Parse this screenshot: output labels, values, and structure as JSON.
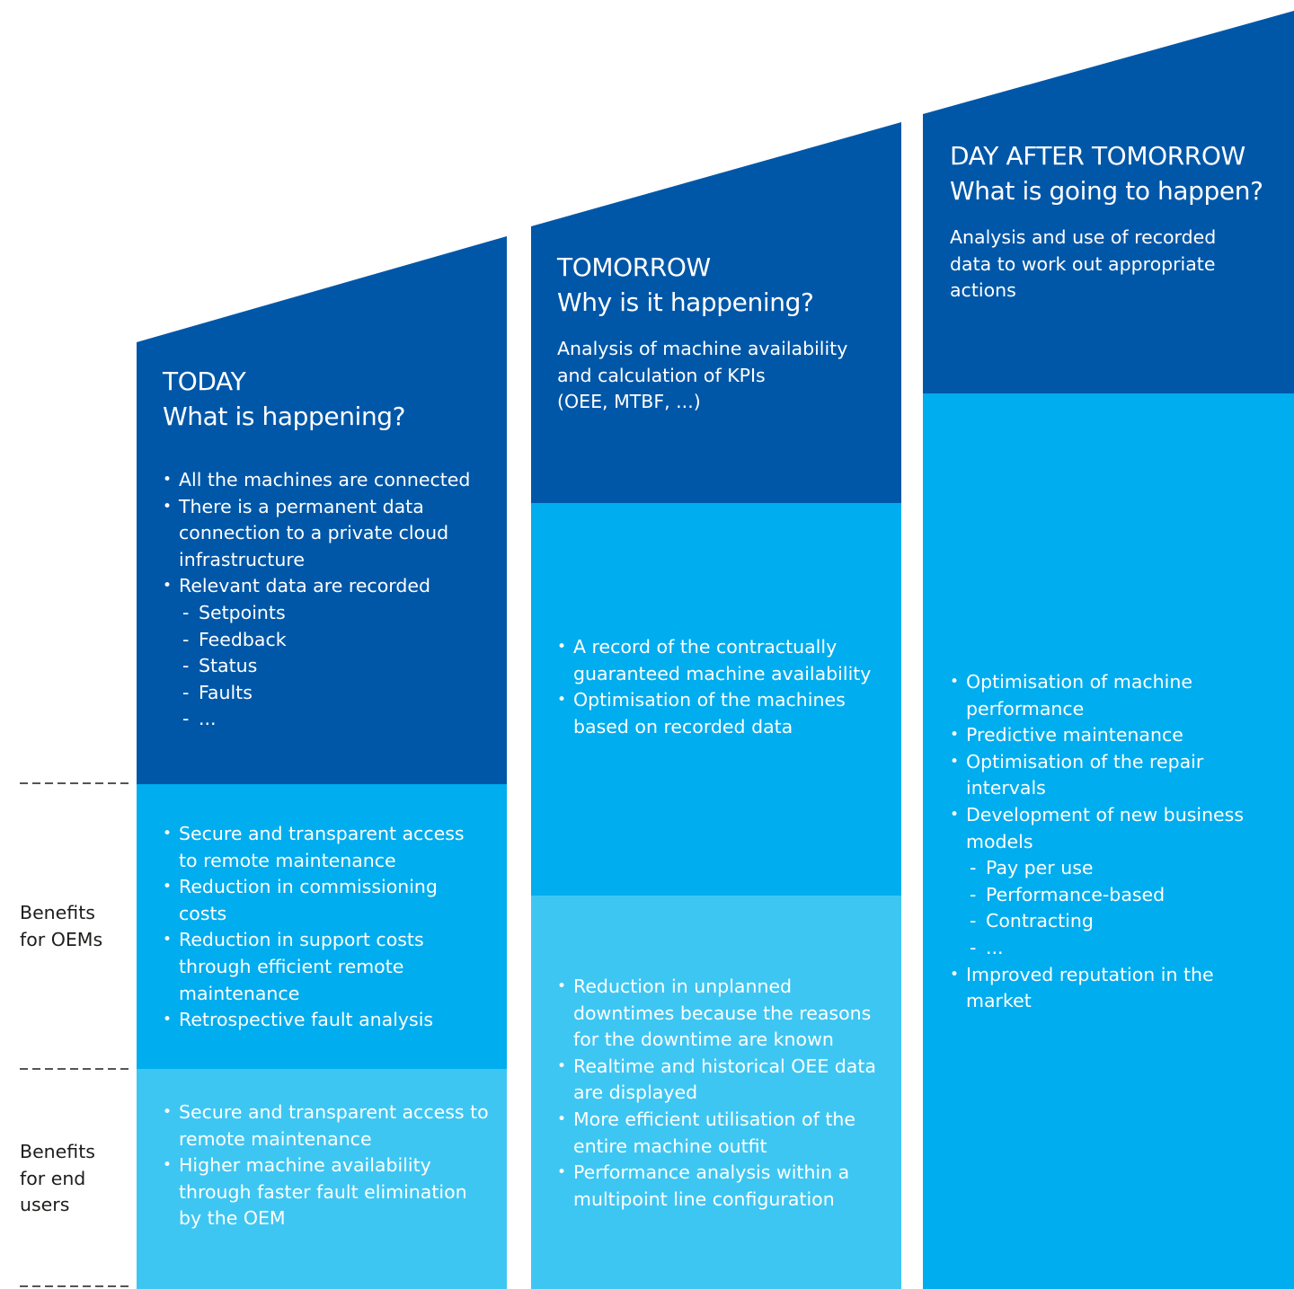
{
  "colors": {
    "dark_blue": "#0057A8",
    "mid_blue": "#00ADEE",
    "light_blue": "#3EC6F2",
    "divider": "#1d1d1b"
  },
  "side_labels": {
    "oems": [
      "Benefits",
      "for OEMs"
    ],
    "end_users": [
      "Benefits",
      "for end",
      "users"
    ]
  },
  "today": {
    "title": "TODAY",
    "question": "What is happening?",
    "items": [
      {
        "text": "All the machines are connected"
      },
      {
        "text": "There is a permanent data connection to a private cloud infrastructure"
      },
      {
        "text": "Relevant data are recorded",
        "sub": [
          "Setpoints",
          "Feedback",
          "Status",
          "Faults",
          "..."
        ]
      }
    ],
    "oem_benefits": [
      "Secure and transparent access to remote maintenance",
      "Reduction in commissioning costs",
      "Reduction in support costs through efficient remote maintenance",
      "Retrospective fault analysis"
    ],
    "end_user_benefits": [
      "Secure and transparent access to remote maintenance",
      "Higher machine availability through faster fault elimination by the OEM"
    ]
  },
  "tomorrow": {
    "title": "TOMORROW",
    "question": "Why is it happening?",
    "description": [
      "Analysis of machine availability",
      "and calculation of KPIs",
      "(OEE, MTBF, ...)"
    ],
    "oem_benefits": [
      "A record of the contractually guaranteed machine availability",
      "Optimisation of the machines based on recorded data"
    ],
    "end_user_benefits": [
      "Reduction in unplanned downtimes because the reasons for the downtime are known",
      "Realtime and historical OEE data are displayed",
      "More efficient utilisation of the entire machine outfit",
      "Performance analysis within a multipoint line configuration"
    ]
  },
  "day_after": {
    "title": "DAY AFTER TOMORROW",
    "question": "What is going to happen?",
    "description": [
      "Analysis and use of recorded",
      "data to work out appropriate",
      "actions"
    ],
    "benefits": [
      {
        "text": "Optimisation of machine performance"
      },
      {
        "text": "Predictive maintenance"
      },
      {
        "text": "Optimisation of the repair intervals"
      },
      {
        "text": "Development of new business models",
        "sub": [
          "Pay per use",
          "Performance-based",
          "Contracting",
          "..."
        ]
      },
      {
        "text": "Improved reputation in the market"
      }
    ]
  }
}
